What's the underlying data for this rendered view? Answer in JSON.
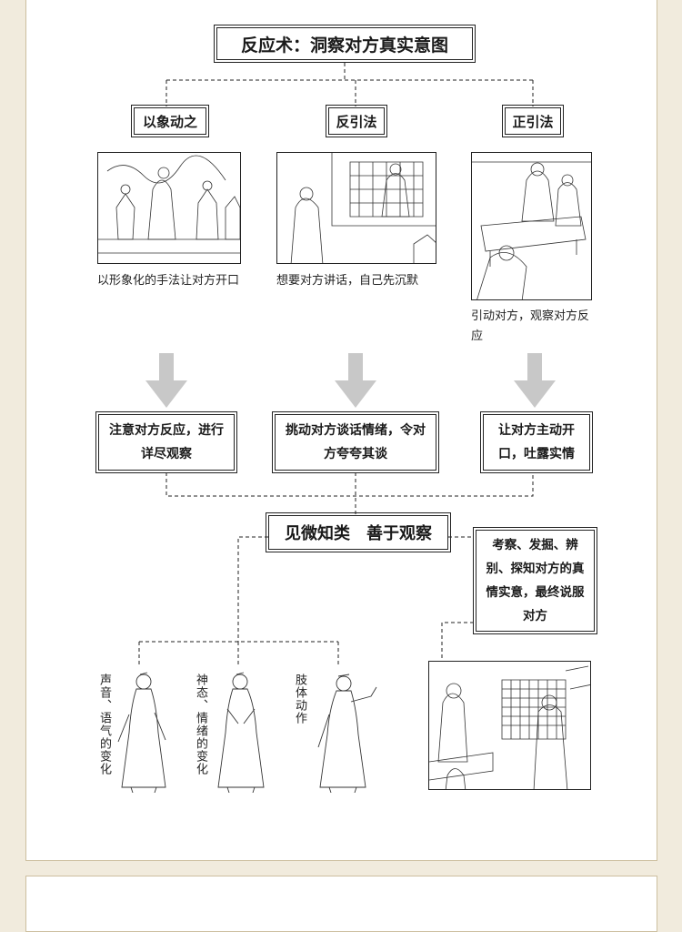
{
  "title": "反应术：洞察对方真实意图",
  "branches": [
    {
      "label": "以象动之",
      "caption": "以形象化的手法让对方开口",
      "result": "注意对方反应，进行详尽观察"
    },
    {
      "label": "反引法",
      "caption": "想要对方讲话，自己先沉默",
      "result": "挑动对方谈话情绪，令对方夸夸其谈"
    },
    {
      "label": "正引法",
      "caption": "引动对方，观察对方反应",
      "result": "让对方主动开口，吐露实情"
    }
  ],
  "center": "见微知类　善于观察",
  "side_note": "考察、发掘、辨别、探知对方的真情实意，最终说服对方",
  "observations": [
    "声音、语气的变化",
    "神态、情绪的变化",
    "肢体动作"
  ],
  "colors": {
    "background": "#f1ebdd",
    "panel": "#ffffff",
    "arrow": "#c8c8c8",
    "line": "#222222"
  },
  "icons": [
    "down-arrow-icon",
    "person-figure-icon"
  ]
}
